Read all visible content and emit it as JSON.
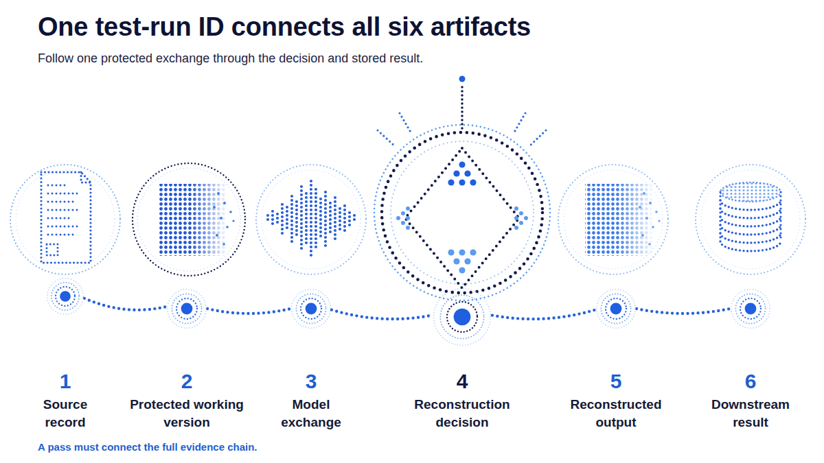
{
  "diagram": {
    "title": "One test-run ID connects all six artifacts",
    "caption": "Follow one protected exchange through the decision and stored result.",
    "nodes": [
      {
        "text": [
          "1",
          "Source record"
        ]
      },
      {
        "text": [
          "2",
          "Protected working version"
        ]
      },
      {
        "text": [
          "3",
          "Model exchange"
        ]
      },
      {
        "text": [
          "4",
          "Reconstruction decision"
        ]
      },
      {
        "text": [
          "5",
          "Reconstructed output"
        ]
      },
      {
        "text": [
          "6",
          "Downstream result"
        ]
      }
    ],
    "edges": [
      {
        "from": 0,
        "to": 1,
        "arrow": "none"
      },
      {
        "from": 1,
        "to": 2,
        "arrow": "none"
      },
      {
        "from": 2,
        "to": 3,
        "arrow": "none"
      },
      {
        "from": 3,
        "to": 4,
        "arrow": "none"
      },
      {
        "from": 4,
        "to": 5,
        "arrow": "none"
      }
    ],
    "labels": [
      "A pass must connect the full evidence chain."
    ]
  }
}
